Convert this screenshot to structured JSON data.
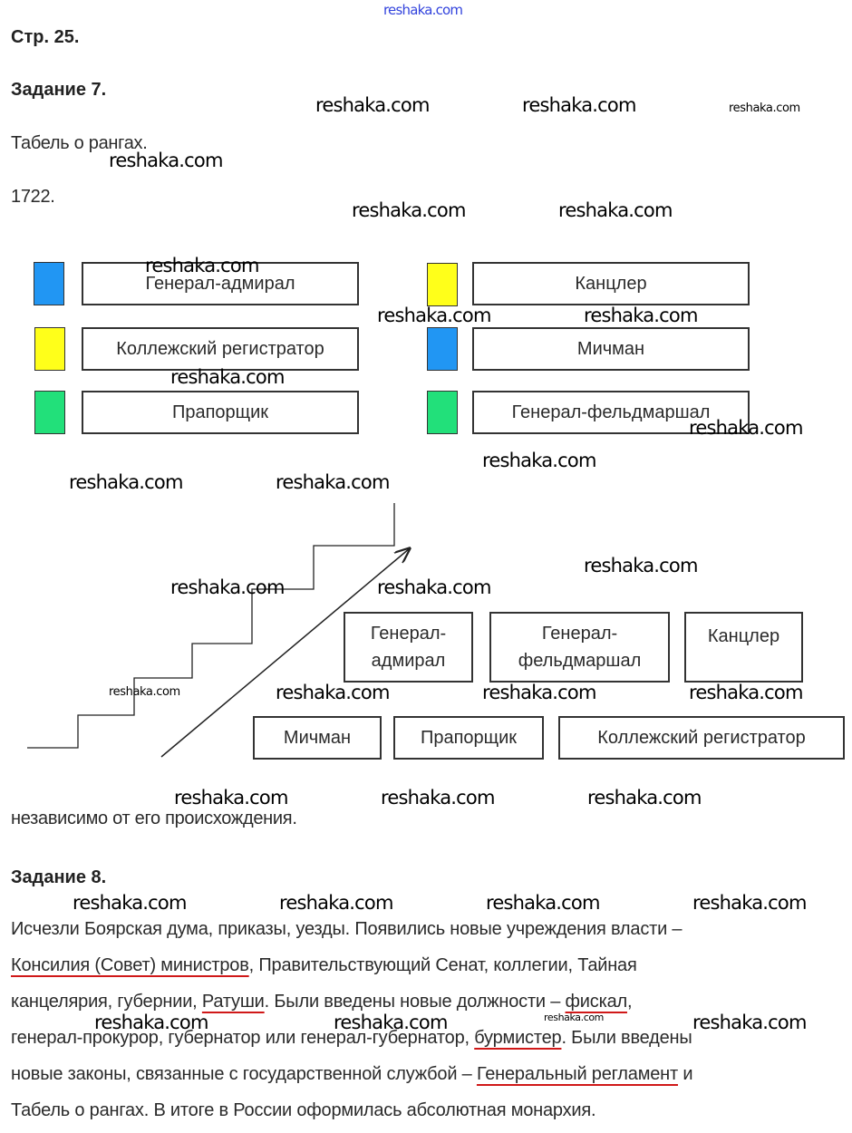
{
  "watermark": "reshaka.com",
  "page_ref": "Стр. 25.",
  "task7": {
    "title": "Задание 7.",
    "answer1": "Табель о рангах.",
    "answer2": "1722.",
    "colors": {
      "blue": "#2196f3",
      "yellow": "#ffff1a",
      "green": "#22e07a"
    },
    "left_items": [
      {
        "color": "blue",
        "label": "Генерал-адмирал"
      },
      {
        "color": "yellow",
        "label": "Коллежский регистратор"
      },
      {
        "color": "green",
        "label": "Прапорщик"
      }
    ],
    "right_items": [
      {
        "color": "yellow",
        "label": "Канцлер"
      },
      {
        "color": "blue",
        "label": "Мичман"
      },
      {
        "color": "green",
        "label": "Генерал-фельдмаршал"
      }
    ],
    "ladder_top": [
      "Генерал-\nадмирал",
      "Генерал-\nфельдмаршал",
      "Канцлер"
    ],
    "ladder_bottom": [
      "Мичман",
      "Прапорщик",
      "Коллежский регистратор"
    ],
    "conclusion": "независимо от его происхождения."
  },
  "task8": {
    "title": "Задание 8.",
    "l1": "Исчезли Боярская дума, приказы, уезды. Появились новые учреждения власти –",
    "l2a": "Консилия (Совет) министров",
    "l2b": ", Правительствующий Сенат, коллегии, Тайная",
    "l3a": "канцелярия, губернии, ",
    "l3b": "Ратуши",
    "l3c": ". Были введены новые должности – ",
    "l3d": "фискал",
    "l3e": ",",
    "l4a": "генерал-прокурор, губернатор или генерал-губернатор, ",
    "l4b": "бурмистер",
    "l4c": ". Были введены",
    "l5a": "новые законы, связанные с государственной службой – ",
    "l5b": "Генеральный регламент",
    "l5c": " и",
    "l6": "Табель о рангах. В итоге в России оформилась абсолютная монархия."
  }
}
